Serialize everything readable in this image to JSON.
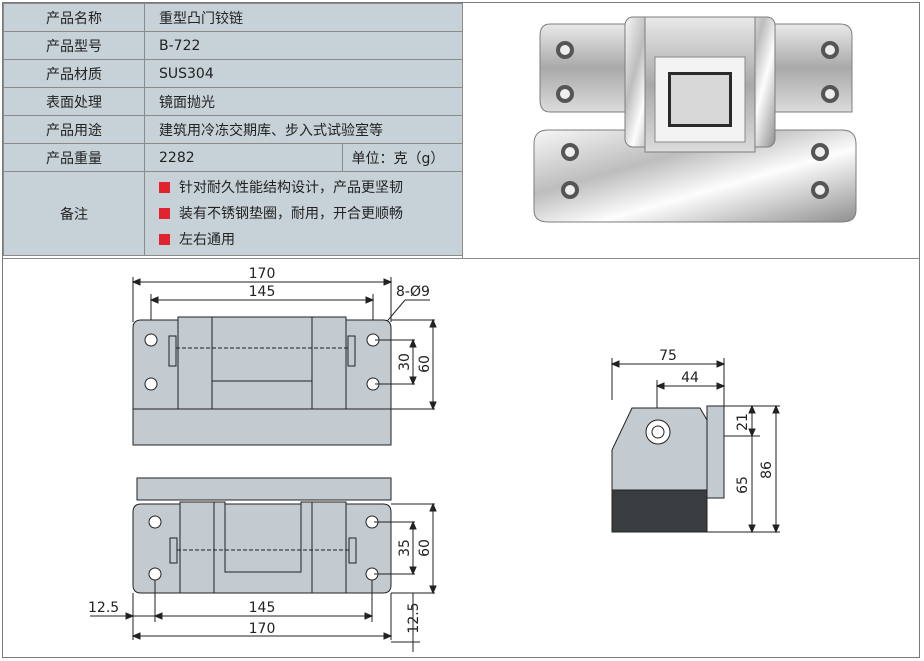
{
  "spec": {
    "rows": [
      {
        "label": "产品名称",
        "value": "重型凸门铰链"
      },
      {
        "label": "产品型号",
        "value": "B-722"
      },
      {
        "label": "产品材质",
        "value": "SUS304"
      },
      {
        "label": "表面处理",
        "value": "镜面抛光"
      },
      {
        "label": "产品用途",
        "value": "建筑用冷冻交期库、步入式试验室等"
      }
    ],
    "weight": {
      "label": "产品重量",
      "value": "2282",
      "unit": "单位：克（g）"
    },
    "notes": {
      "label": "备注",
      "items": [
        "针对耐久性能结构设计，产品更坚韧",
        "装有不锈钢垫圈，耐用，开合更顺畅",
        "左右通用"
      ]
    }
  },
  "drawing": {
    "top_view": {
      "overall_width": "170",
      "hole_spacing": "145",
      "hole_callout": "8-Ø9",
      "hole_vertical": "30",
      "height": "60"
    },
    "bottom_view": {
      "hole_vertical": "35",
      "height": "60",
      "left_offset": "12.5",
      "hole_spacing": "145",
      "overall_width": "170",
      "bottom_offset": "12.5"
    },
    "side_view": {
      "overall_depth": "75",
      "leaf_depth": "44",
      "top_step": "21",
      "body_height": "65",
      "overall_height": "86"
    }
  },
  "colors": {
    "table_bg": "#c7d2d8",
    "bullet": "#e0232e",
    "part_fill": "#c3cbd1",
    "part_dark": "#3a3d40"
  }
}
